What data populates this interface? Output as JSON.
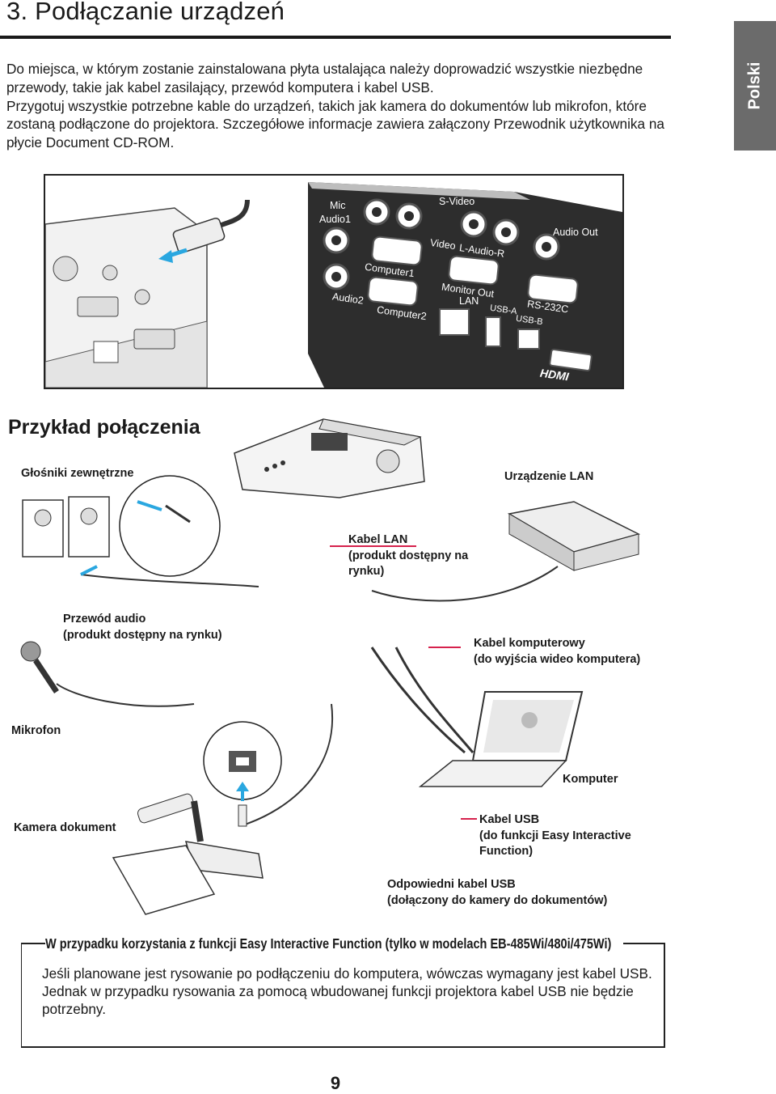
{
  "section_title": "3. Podłączanie urządzeń",
  "language_tab": "Polski",
  "intro": {
    "paragraph1": "Do miejsca, w którym zostanie zainstalowana płyta ustalająca należy doprowadzić wszystkie niezbędne przewody, takie jak kabel zasilający, przewód komputera i kabel USB.",
    "paragraph2": "Przygotuj wszystkie potrzebne kable do urządzeń, takich jak kamera do dokumentów lub mikrofon, które zostaną podłączone do projektora. Szczegółowe informacje zawiera załączony Przewodnik użytkownika na płycie Document CD-ROM."
  },
  "ports": {
    "mic": "Mic",
    "audio1": "Audio1",
    "s_video": "S-Video",
    "video": "Video",
    "l_audio_r": "L-Audio-R",
    "audio_out": "Audio Out",
    "computer1": "Computer1",
    "monitor_out": "Monitor Out",
    "audio2": "Audio2",
    "computer2": "Computer2",
    "lan": "LAN",
    "usb_a": "USB-A",
    "usb_b": "USB-B",
    "rs232c": "RS-232C",
    "hdmi": "HDMI"
  },
  "example": {
    "title": "Przykład połączenia",
    "speakers": "Głośniki zewnętrzne",
    "lan_device": "Urządzenie LAN",
    "lan_cable_line1": "Kabel LAN",
    "lan_cable_line2": "(produkt dostępny na",
    "lan_cable_line3": "rynku)",
    "audio_cable_line1": "Przewód audio",
    "audio_cable_line2": "(produkt dostępny na rynku)",
    "computer_cable_line1": "Kabel komputerowy",
    "computer_cable_line2": "(do wyjścia wideo komputera)",
    "microphone": "Mikrofon",
    "computer": "Komputer",
    "document_camera": "Kamera dokument",
    "usb_cable_line1": "Kabel USB",
    "usb_cable_line2": "(do funkcji Easy Interactive",
    "usb_cable_line3": "Function)",
    "camera_usb_line1": "Odpowiedni kabel USB",
    "camera_usb_line2": "(dołączony do kamery do dokumentów)"
  },
  "note": {
    "heading": "W przypadku korzystania z funkcji Easy Interactive Function (tylko w modelach EB-485Wi/480i/475Wi)",
    "line1": "Jeśli planowane jest rysowanie po podłączeniu do komputera, wówczas wymagany jest kabel USB.",
    "line2": "Jednak w przypadku rysowania za pomocą wbudowanej funkcji projektora kabel USB nie będzie potrzebny."
  },
  "page_number": "9",
  "colors": {
    "accent": "#d6224d",
    "arrow": "#2aa7e0",
    "tab": "#6b6b6b",
    "panel": "#2d2d2d"
  }
}
